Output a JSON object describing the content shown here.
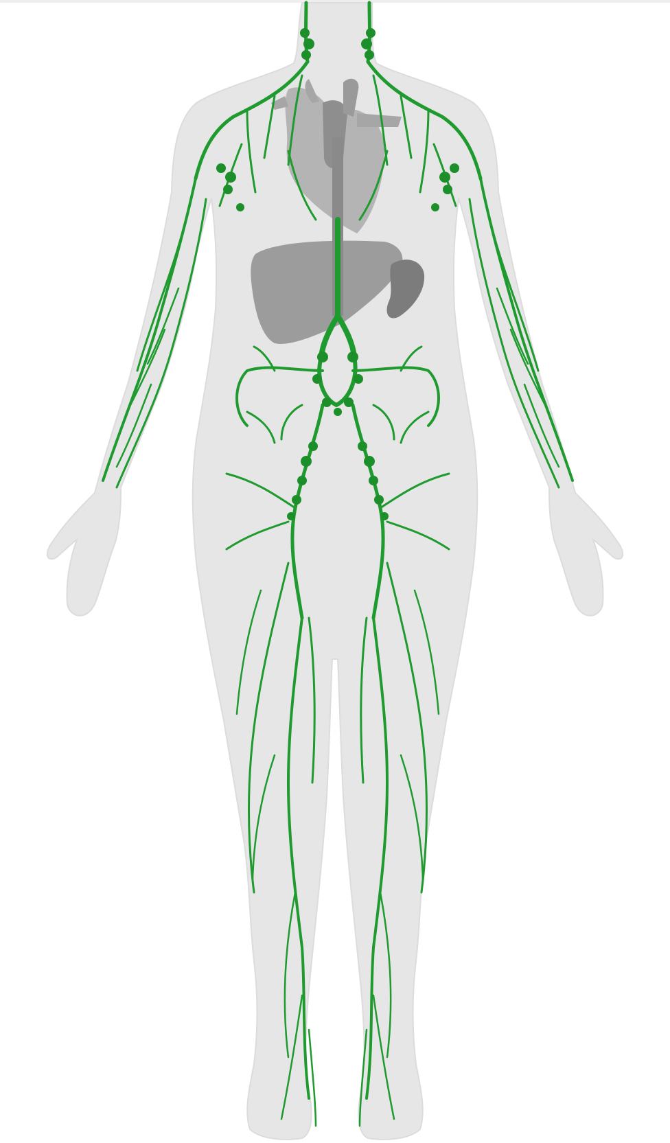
{
  "diagram": {
    "subject": "",
    "colors": {
      "body_silhouette": "#e6e6e6",
      "body_outline": "#dcdcdc",
      "organ_light": "#b4b4b4",
      "organ_mid": "#9a9a9a",
      "organ_dark": "#7c7c7c",
      "lymphatic_vessel": "#1f9a2e",
      "lymph_node": "#1c8f2a",
      "top_strip": "#eeeeee"
    },
    "icons": [
      "body-silhouette",
      "heart-organ",
      "liver-organ",
      "spleen-organ",
      "lymph-node",
      "lymph-vessel"
    ]
  }
}
